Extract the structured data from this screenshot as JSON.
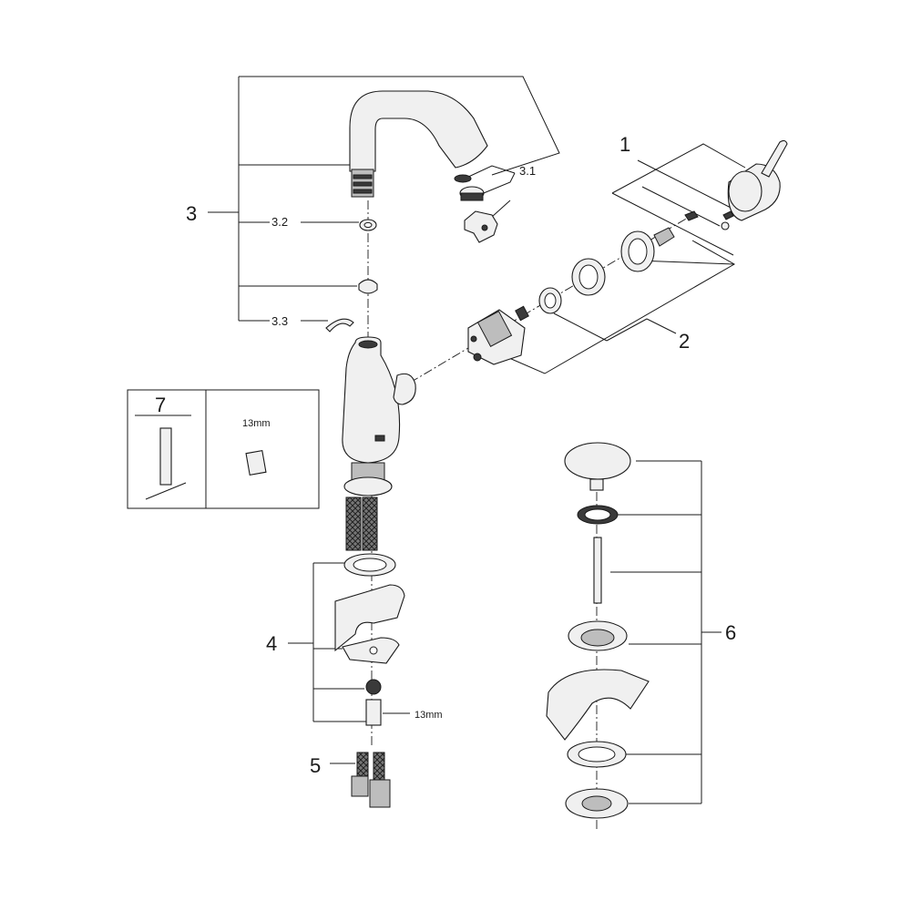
{
  "callouts": {
    "handle": "1",
    "cartridge_set": "2",
    "spout_set": "3",
    "spout_aerator": "3.1",
    "spout_oring": "3.2",
    "spout_clip": "3.3",
    "mounting_set": "4",
    "hoses": "5",
    "waste_set": "6",
    "tool": "7"
  },
  "sizes": {
    "tool_wrench": "13mm",
    "mounting_nut": "13mm"
  },
  "colors": {
    "line": "#1a1a1a",
    "part_fill": "#f0f0f0",
    "dark_fill": "#3a3a3a"
  }
}
